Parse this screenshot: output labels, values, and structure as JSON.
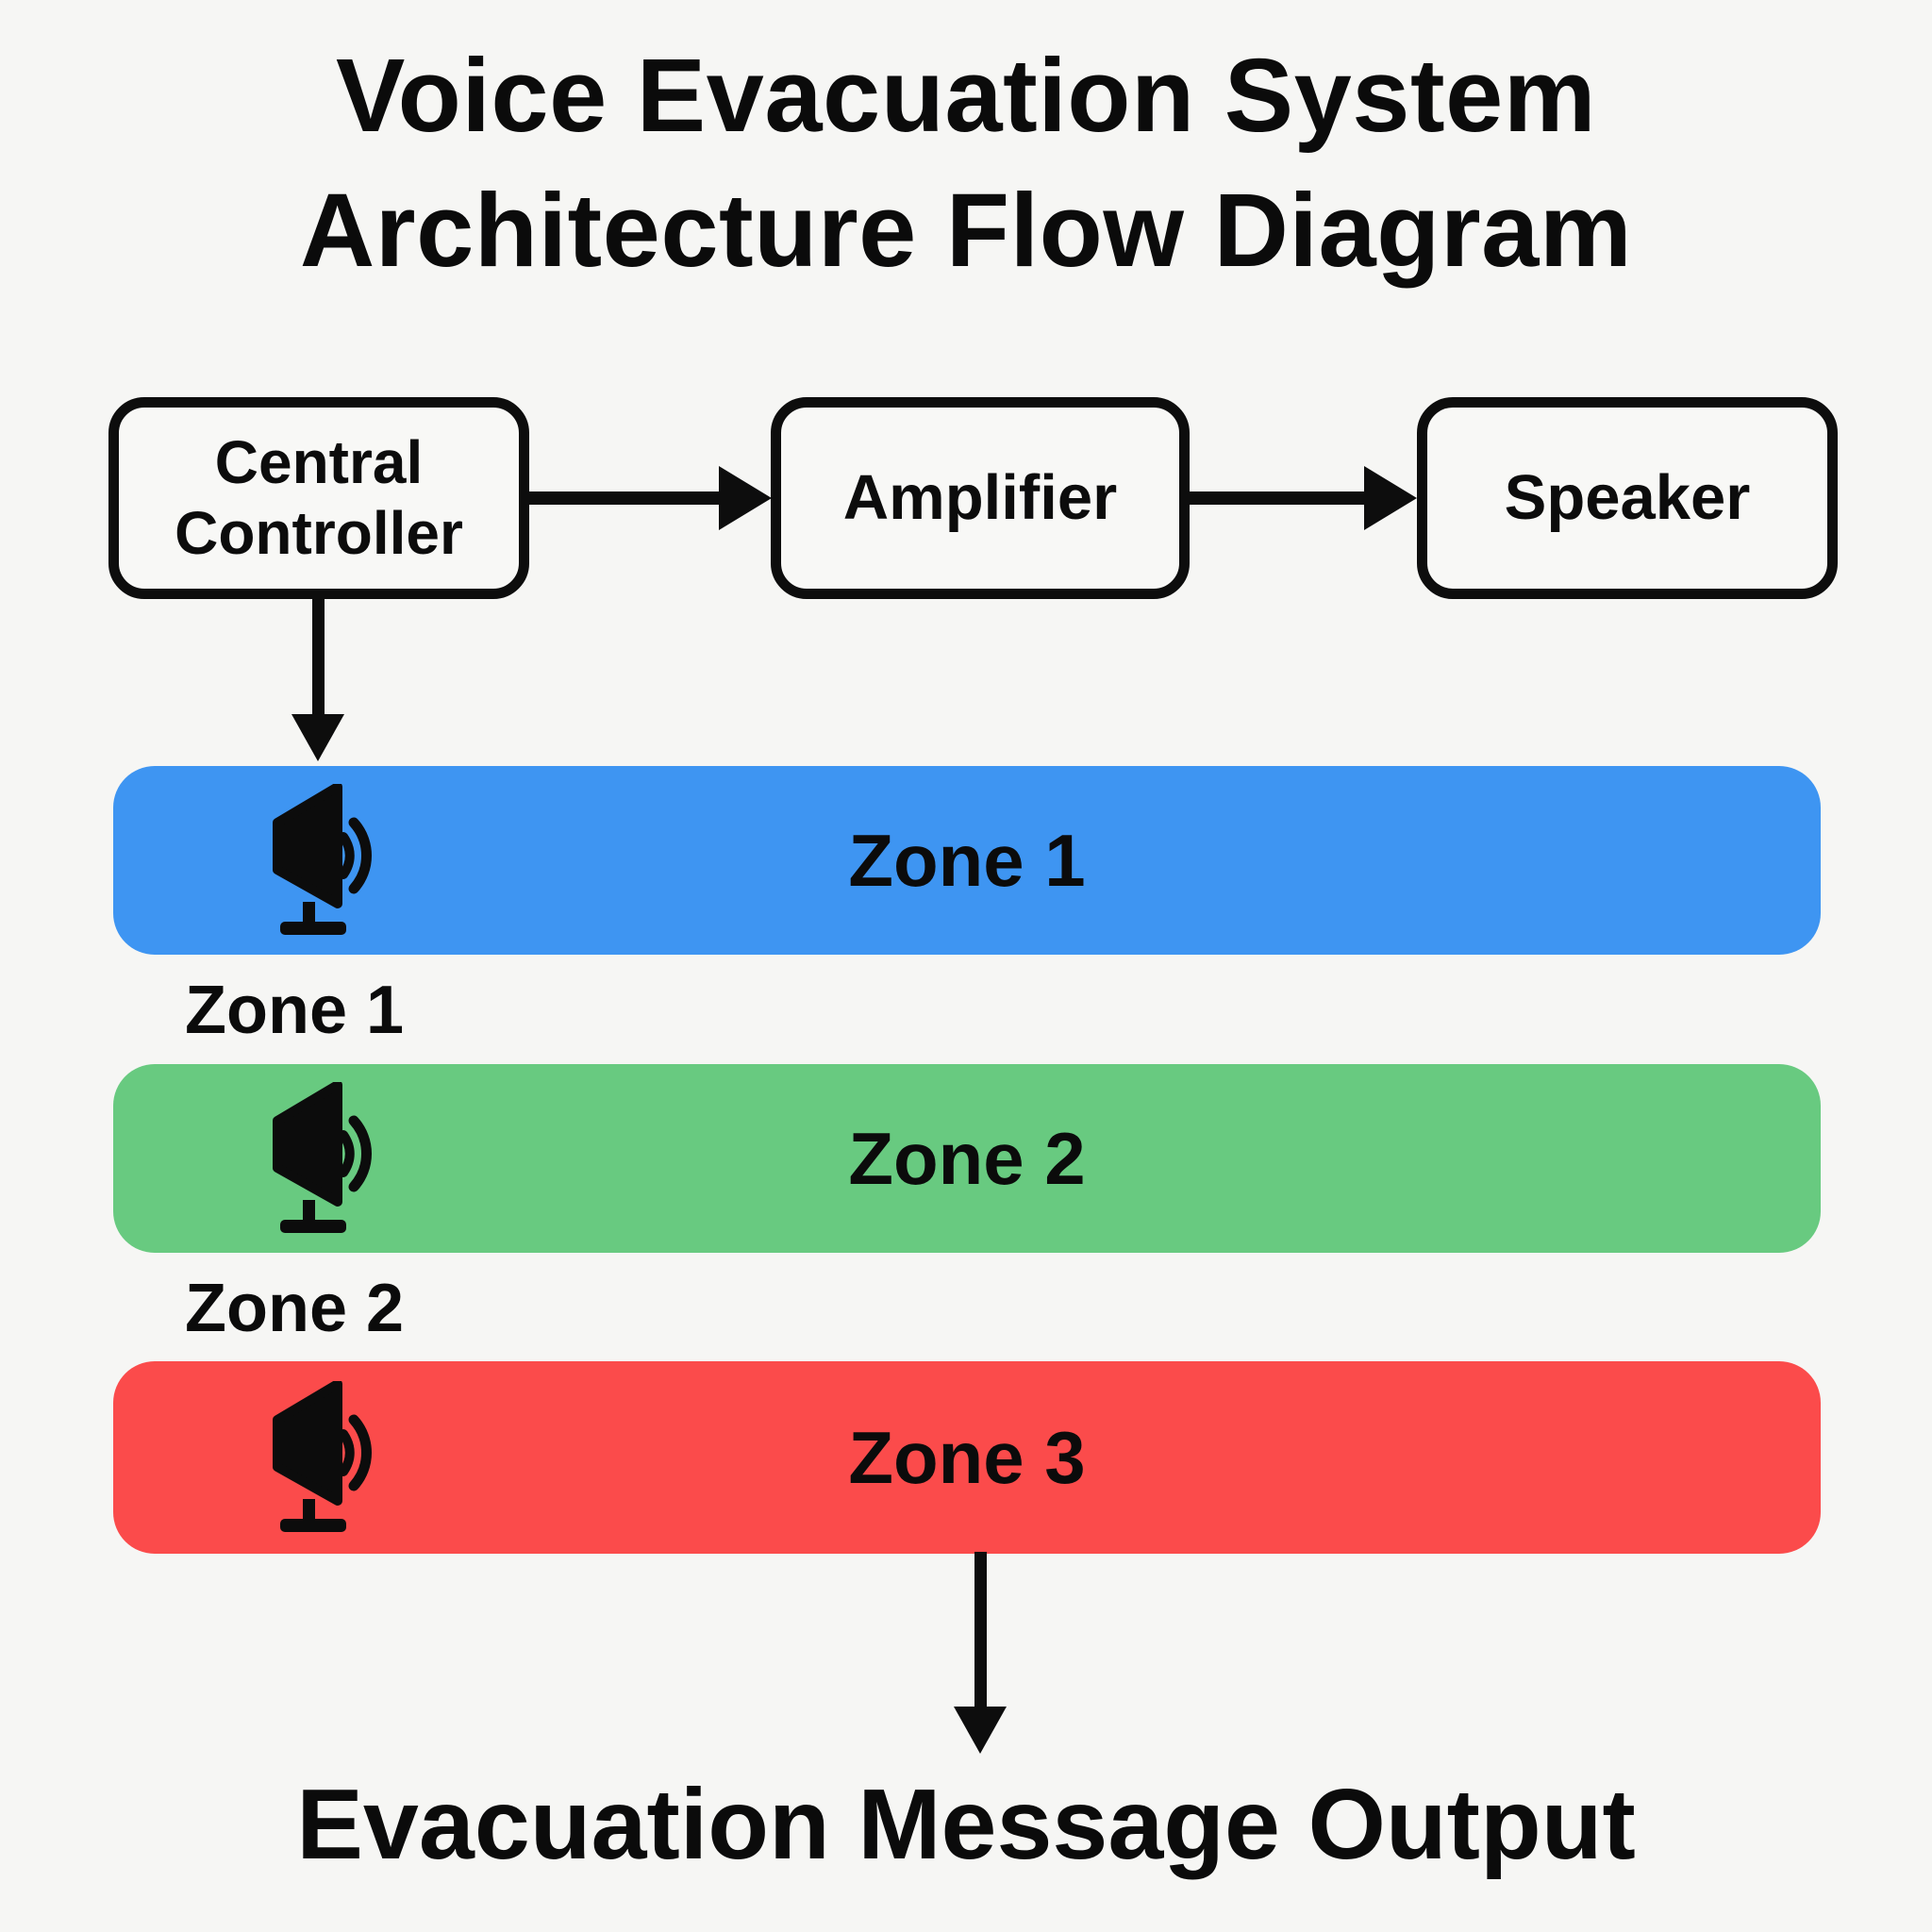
{
  "title": {
    "line1": "Voice Evacuation System",
    "line2": "Architecture Flow Diagram"
  },
  "flow": {
    "boxes": [
      {
        "label": "Central Controller"
      },
      {
        "label": "Amplifier"
      },
      {
        "label": "Speaker"
      }
    ]
  },
  "zones": {
    "bars": [
      {
        "label": "Zone 1",
        "color": "#3e95f2",
        "caption": "Zone 1"
      },
      {
        "label": "Zone 2",
        "color": "#68ca80",
        "caption": "Zone 2"
      },
      {
        "label": "Zone 3",
        "color": "#fb4b4b"
      }
    ],
    "icon": "loudspeaker-icon"
  },
  "output": {
    "label": "Evacuation Message Output"
  },
  "colors": {
    "background": "#f6f6f4",
    "line": "#0d0d0d",
    "zone1": "#3e95f2",
    "zone2": "#68ca80",
    "zone3": "#fb4b4b"
  }
}
